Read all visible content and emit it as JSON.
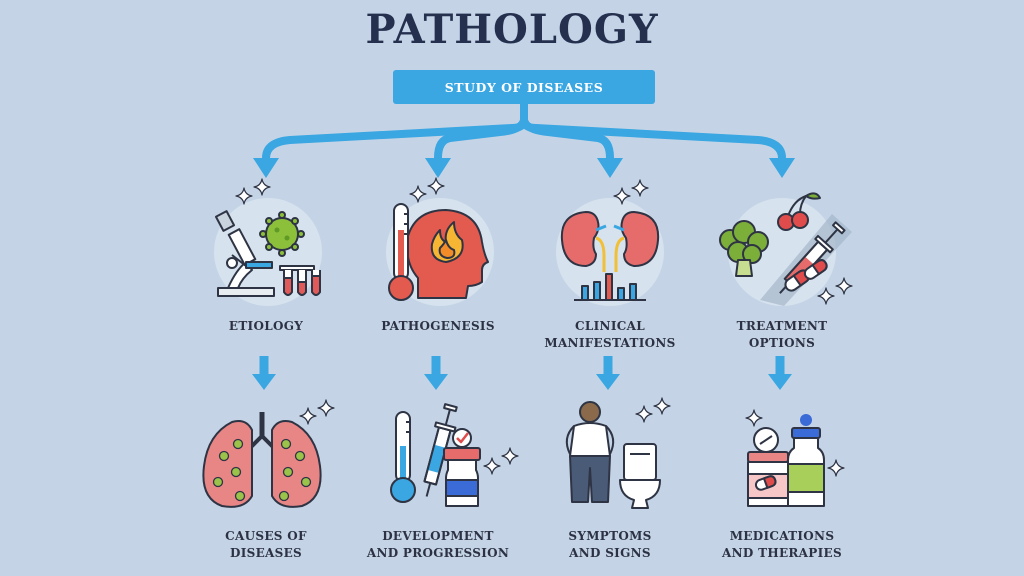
{
  "title": "PATHOLOGY",
  "subtitle": "STUDY OF DISEASES",
  "colors": {
    "background": "#c4d4e6",
    "accent_blue": "#3aa6e2",
    "title_dark": "#25304f",
    "outline": "#2e3444"
  },
  "categories": [
    {
      "label": [
        "ETIOLOGY"
      ],
      "icon": "microscope-virus-icon",
      "arrow_to": "causes",
      "detail": {
        "label": [
          "CAUSES OF",
          "DISEASES"
        ],
        "icon": "lungs-icon"
      }
    },
    {
      "label": [
        "PATHOGENESIS"
      ],
      "icon": "thermometer-fever-head-icon",
      "detail": {
        "label": [
          "DEVELOPMENT",
          "AND PROGRESSION"
        ],
        "icon": "syringe-vial-icon"
      }
    },
    {
      "label": [
        "CLINICAL",
        "MANIFESTATIONS"
      ],
      "icon": "kidneys-chart-icon",
      "detail": {
        "label": [
          "SYMPTOMS",
          "AND SIGNS"
        ],
        "icon": "person-toilet-icon"
      }
    },
    {
      "label": [
        "TREATMENT",
        "OPTIONS"
      ],
      "icon": "broccoli-cherry-syringe-pills-icon",
      "detail": {
        "label": [
          "MEDICATIONS",
          "AND THERAPIES"
        ],
        "icon": "medicine-bottles-icon"
      }
    }
  ]
}
